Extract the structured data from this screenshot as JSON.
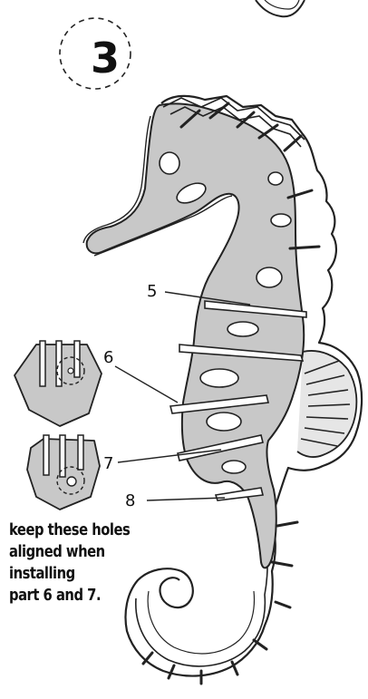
{
  "step": {
    "number": "3"
  },
  "parts": [
    {
      "id": "part-5",
      "label": "5"
    },
    {
      "id": "part-6",
      "label": "6"
    },
    {
      "id": "part-7",
      "label": "7"
    },
    {
      "id": "part-8",
      "label": "8"
    }
  ],
  "note": {
    "lines": [
      "keep these holes",
      "aligned when",
      "installing",
      "part 6 and 7."
    ]
  },
  "colors": {
    "fill": "#c8c8c8",
    "stroke": "#222222",
    "background": "#ffffff"
  }
}
